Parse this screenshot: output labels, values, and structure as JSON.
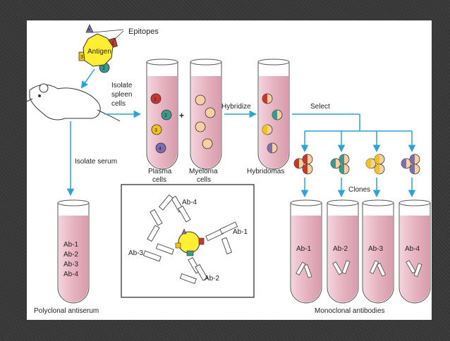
{
  "labels": {
    "epitopes": "Epitopes",
    "antigen": "Antigen",
    "isolate_spleen": [
      "Isolate",
      "spleen",
      "cells"
    ],
    "plus": "+",
    "hybridize": "Hybridize",
    "select": "Select",
    "isolate_serum": "Isolate serum",
    "plasma_cells": [
      "Plasma",
      "cells"
    ],
    "myeloma_cells": [
      "Myeloma",
      "cells"
    ],
    "hybridomas": "Hybridomas",
    "clones": "Clones",
    "polyclonal": "Polyclonal antiserum",
    "monoclonal": "Monoclonal antibodies"
  },
  "epitope_numbers": [
    "1",
    "2",
    "3",
    "4"
  ],
  "antibodies": [
    "Ab-1",
    "Ab-2",
    "Ab-3",
    "Ab-4"
  ],
  "colors": {
    "epitope_1": "#c8372b",
    "epitope_2": "#3a9a8e",
    "epitope_3": "#f0c419",
    "epitope_4": "#7e6cb0",
    "myeloma": "#f7cfa0",
    "tube_fluid": "#e8b8c4",
    "arrow": "#2ba4d6",
    "antigen": "#ffee33"
  }
}
